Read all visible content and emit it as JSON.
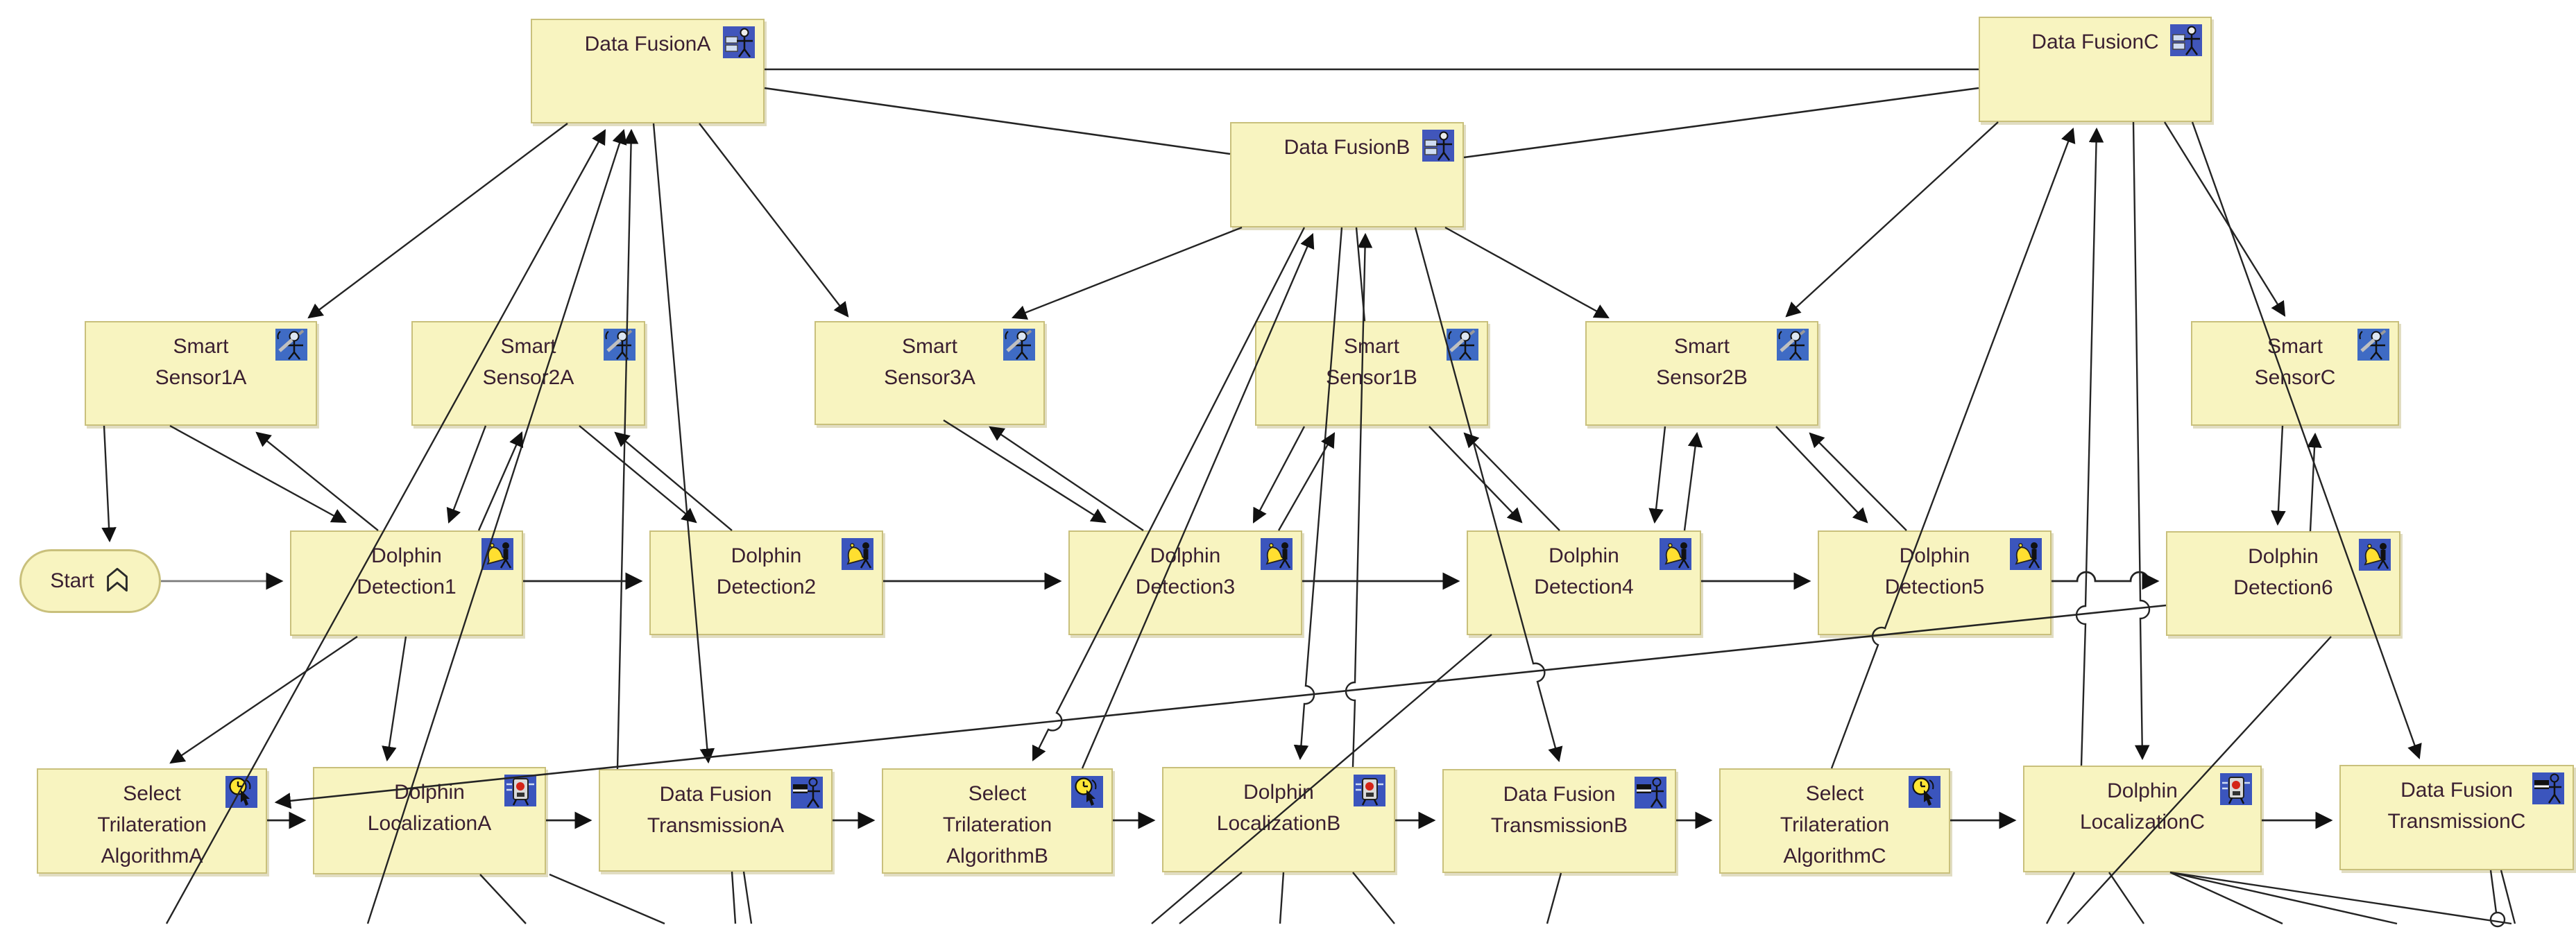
{
  "diagram": {
    "colors": {
      "node_fill": "#f8f4c0",
      "node_border": "#c9c07c",
      "connector": "#242424",
      "start_connector_gray": "#7a7a7a",
      "label_text": "#3a1f31",
      "icon_background": "#4156bb"
    },
    "nodes": {
      "fusion_a": {
        "label": "Data FusionA",
        "icon": "person-panels-icon"
      },
      "fusion_b": {
        "label": "Data FusionB",
        "icon": "person-panels-icon"
      },
      "fusion_c": {
        "label": "Data FusionC",
        "icon": "person-panels-icon"
      },
      "sensor_1a": {
        "label": "Smart Sensor1A",
        "icon": "magnifier-person-icon"
      },
      "sensor_2a": {
        "label": "Smart Sensor2A",
        "icon": "magnifier-person-icon"
      },
      "sensor_3a": {
        "label": "Smart Sensor3A",
        "icon": "magnifier-person-icon"
      },
      "sensor_1b": {
        "label": "Smart Sensor1B",
        "icon": "magnifier-person-icon"
      },
      "sensor_2b": {
        "label": "Smart Sensor2B",
        "icon": "magnifier-person-icon"
      },
      "sensor_c": {
        "label": "Smart SensorC",
        "icon": "magnifier-person-icon"
      },
      "start": {
        "label": "Start",
        "icon": "chevron-banner-icon"
      },
      "detect_1": {
        "label": "Dolphin Detection1",
        "icon": "bell-person-icon"
      },
      "detect_2": {
        "label": "Dolphin Detection2",
        "icon": "bell-person-icon"
      },
      "detect_3": {
        "label": "Dolphin Detection3",
        "icon": "bell-person-icon"
      },
      "detect_4": {
        "label": "Dolphin Detection4",
        "icon": "bell-person-icon"
      },
      "detect_5": {
        "label": "Dolphin Detection5",
        "icon": "bell-person-icon"
      },
      "detect_6": {
        "label": "Dolphin Detection6",
        "icon": "bell-person-icon"
      },
      "alg_a": {
        "label": "Select Trilateration AlgorithmA",
        "icon": "clock-cursor-icon"
      },
      "loc_a": {
        "label": "Dolphin LocalizationA",
        "icon": "gauge-device-icon"
      },
      "trans_a": {
        "label": "Data Fusion TransmissionA",
        "icon": "person-flag-icon"
      },
      "alg_b": {
        "label": "Select Trilateration AlgorithmB",
        "icon": "clock-cursor-icon"
      },
      "loc_b": {
        "label": "Dolphin LocalizationB",
        "icon": "gauge-device-icon"
      },
      "trans_b": {
        "label": "Data Fusion TransmissionB",
        "icon": "person-flag-icon"
      },
      "alg_c": {
        "label": "Select Trilateration AlgorithmC",
        "icon": "clock-cursor-icon"
      },
      "loc_c": {
        "label": "Dolphin LocalizationC",
        "icon": "gauge-device-icon"
      },
      "trans_c": {
        "label": "Data Fusion TransmissionC",
        "icon": "person-flag-icon"
      }
    },
    "edges": [
      {
        "from": "Start",
        "to": "Dolphin Detection1"
      },
      {
        "from": "Dolphin Detection1",
        "to": "Dolphin Detection2"
      },
      {
        "from": "Dolphin Detection2",
        "to": "Dolphin Detection3"
      },
      {
        "from": "Dolphin Detection3",
        "to": "Dolphin Detection4"
      },
      {
        "from": "Dolphin Detection4",
        "to": "Dolphin Detection5"
      },
      {
        "from": "Dolphin Detection5",
        "to": "Dolphin Detection6"
      },
      {
        "from": "Select Trilateration AlgorithmA",
        "to": "Dolphin LocalizationA"
      },
      {
        "from": "Dolphin LocalizationA",
        "to": "Data Fusion TransmissionA"
      },
      {
        "from": "Data Fusion TransmissionA",
        "to": "Select Trilateration AlgorithmB"
      },
      {
        "from": "Select Trilateration AlgorithmB",
        "to": "Dolphin LocalizationB"
      },
      {
        "from": "Dolphin LocalizationB",
        "to": "Data Fusion TransmissionB"
      },
      {
        "from": "Data Fusion TransmissionB",
        "to": "Select Trilateration AlgorithmC"
      },
      {
        "from": "Select Trilateration AlgorithmC",
        "to": "Dolphin LocalizationC"
      },
      {
        "from": "Dolphin LocalizationC",
        "to": "Data Fusion TransmissionC"
      },
      {
        "from": "Data FusionA",
        "to": "Data FusionC"
      },
      {
        "from": "Data FusionA",
        "to": "Data FusionB"
      },
      {
        "from": "Data FusionB",
        "to": "Data FusionC"
      },
      {
        "from": "Data FusionA",
        "to": "Smart Sensor1A"
      },
      {
        "from": "Data FusionA",
        "to": "Smart Sensor3A"
      },
      {
        "from": "Select Trilateration AlgorithmA",
        "to": "Data FusionA"
      },
      {
        "from": "Dolphin LocalizationA",
        "to": "Data FusionA"
      },
      {
        "from": "Data Fusion TransmissionA",
        "to": "Data FusionA"
      },
      {
        "from": "Data FusionA",
        "to": "Data Fusion TransmissionA"
      },
      {
        "from": "Data FusionB",
        "to": "Smart Sensor3A"
      },
      {
        "from": "Data FusionB",
        "to": "Smart Sensor1B"
      },
      {
        "from": "Data FusionB",
        "to": "Smart Sensor2B"
      },
      {
        "from": "Select Trilateration AlgorithmB",
        "to": "Data FusionB",
        "bidirectional": true
      },
      {
        "from": "Dolphin LocalizationB",
        "to": "Data FusionB",
        "bidirectional": true
      },
      {
        "from": "Data FusionB",
        "to": "Data Fusion TransmissionB"
      },
      {
        "from": "Data FusionC",
        "to": "Smart Sensor2B"
      },
      {
        "from": "Data FusionC",
        "to": "Smart SensorC"
      },
      {
        "from": "Select Trilateration AlgorithmC",
        "to": "Data FusionC"
      },
      {
        "from": "Dolphin LocalizationC",
        "to": "Data FusionC"
      },
      {
        "from": "Data FusionC",
        "to": "Dolphin LocalizationC"
      },
      {
        "from": "Data FusionC",
        "to": "Data Fusion TransmissionC"
      },
      {
        "from": "Smart Sensor1A",
        "to": "Dolphin Detection1",
        "bidirectional": true
      },
      {
        "from": "Smart Sensor1A",
        "to": "Start"
      },
      {
        "from": "Smart Sensor2A",
        "to": "Dolphin Detection1",
        "bidirectional": true
      },
      {
        "from": "Smart Sensor2A",
        "to": "Dolphin Detection2",
        "bidirectional": true
      },
      {
        "from": "Smart Sensor3A",
        "to": "Dolphin Detection3",
        "bidirectional": true
      },
      {
        "from": "Smart Sensor1B",
        "to": "Dolphin Detection3",
        "bidirectional": true
      },
      {
        "from": "Smart Sensor1B",
        "to": "Dolphin Detection4",
        "bidirectional": true
      },
      {
        "from": "Smart Sensor2B",
        "to": "Dolphin Detection4",
        "bidirectional": true
      },
      {
        "from": "Smart Sensor2B",
        "to": "Dolphin Detection5",
        "bidirectional": true
      },
      {
        "from": "Smart SensorC",
        "to": "Dolphin Detection6",
        "bidirectional": true
      },
      {
        "from": "Dolphin Detection1",
        "to": "Select Trilateration AlgorithmA"
      },
      {
        "from": "Dolphin Detection1",
        "to": "Dolphin LocalizationA"
      },
      {
        "from": "Dolphin Detection6",
        "to": "Select Trilateration AlgorithmA"
      }
    ]
  }
}
